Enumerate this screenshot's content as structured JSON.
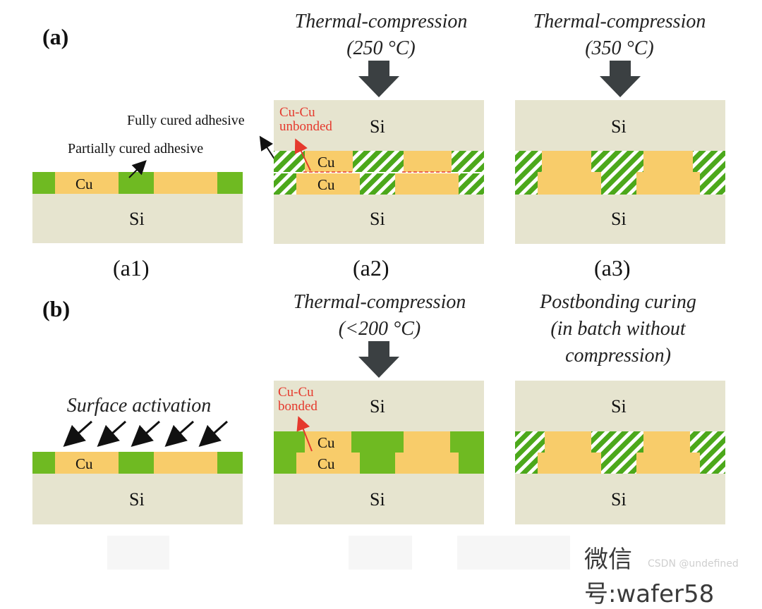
{
  "panels": {
    "a": "(a)",
    "b": "(b)"
  },
  "captions": {
    "a1": "(a1)",
    "a2": "(a2)",
    "a3": "(a3)"
  },
  "titles": {
    "a2_line1": "Thermal-compression",
    "a2_line2": "(250 °C)",
    "a3_line1": "Thermal-compression",
    "a3_line2": "(350 °C)",
    "b2_line1": "Thermal-compression",
    "b2_line2": "(<200 °C)",
    "b3_line1": "Postbonding curing",
    "b3_line2": "(in batch without",
    "b3_line3": "compression)"
  },
  "annotations": {
    "fully_cured": "Fully cured adhesive",
    "partially_cured": "Partially cured adhesive",
    "cucu_unbonded_1": "Cu-Cu",
    "cucu_unbonded_2": "unbonded",
    "cucu_bonded_1": "Cu-Cu",
    "cucu_bonded_2": "bonded",
    "surface_activation": "Surface activation"
  },
  "materials": {
    "si": "Si",
    "cu": "Cu"
  },
  "colors": {
    "si": "#e6e4cf",
    "cu": "#f8cc6a",
    "adhesive_partial": "#6fba22",
    "adhesive_cured_stripe": "#4ca81b",
    "arrow": "#3b4042",
    "red": "#e5392d"
  },
  "watermark": "微信号:wafer58",
  "watermark_small": "CSDN @undefined"
}
